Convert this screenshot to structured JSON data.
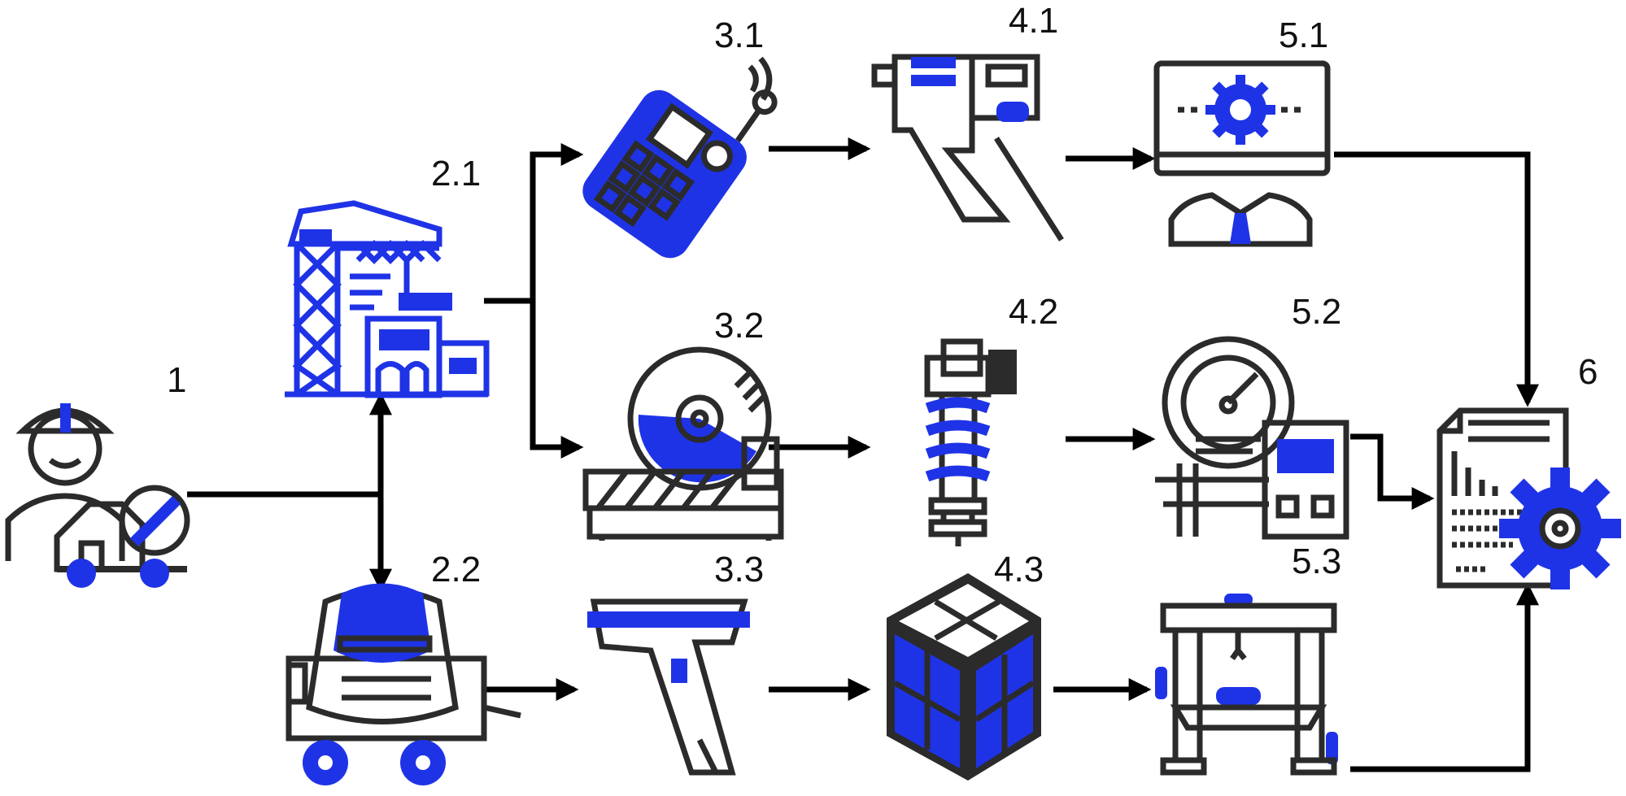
{
  "colors": {
    "accent": "#1f33e6",
    "outline": "#2b2b2b",
    "arrow": "#000000",
    "background": "#ffffff"
  },
  "nodes": [
    {
      "id": "1",
      "label": "1",
      "icon": "worker-with-mixer-icon"
    },
    {
      "id": "2.1",
      "label": "2.1",
      "icon": "construction-crane-building-icon"
    },
    {
      "id": "2.2",
      "label": "2.2",
      "icon": "concrete-mixer-icon"
    },
    {
      "id": "3.1",
      "label": "3.1",
      "icon": "walkie-talkie-icon"
    },
    {
      "id": "3.2",
      "label": "3.2",
      "icon": "cutting-saw-icon"
    },
    {
      "id": "3.3",
      "label": "3.3",
      "icon": "barcode-scanner-icon"
    },
    {
      "id": "4.1",
      "label": "4.1",
      "icon": "drill-icon"
    },
    {
      "id": "4.2",
      "label": "4.2",
      "icon": "shock-absorber-icon"
    },
    {
      "id": "4.3",
      "label": "4.3",
      "icon": "cube-icon"
    },
    {
      "id": "5.1",
      "label": "5.1",
      "icon": "operator-monitor-gear-icon"
    },
    {
      "id": "5.2",
      "label": "5.2",
      "icon": "pressure-gauge-icon"
    },
    {
      "id": "5.3",
      "label": "5.3",
      "icon": "press-machine-icon"
    },
    {
      "id": "6",
      "label": "6",
      "icon": "document-gear-icon"
    }
  ],
  "edges": [
    [
      "1",
      "2.1"
    ],
    [
      "1",
      "2.2"
    ],
    [
      "2.1",
      "3.1"
    ],
    [
      "2.1",
      "3.2"
    ],
    [
      "2.2",
      "3.3"
    ],
    [
      "3.1",
      "4.1"
    ],
    [
      "3.2",
      "4.2"
    ],
    [
      "3.3",
      "4.3"
    ],
    [
      "4.1",
      "5.1"
    ],
    [
      "4.2",
      "5.2"
    ],
    [
      "4.3",
      "5.3"
    ],
    [
      "5.1",
      "6"
    ],
    [
      "5.2",
      "6"
    ],
    [
      "5.3",
      "6"
    ]
  ]
}
